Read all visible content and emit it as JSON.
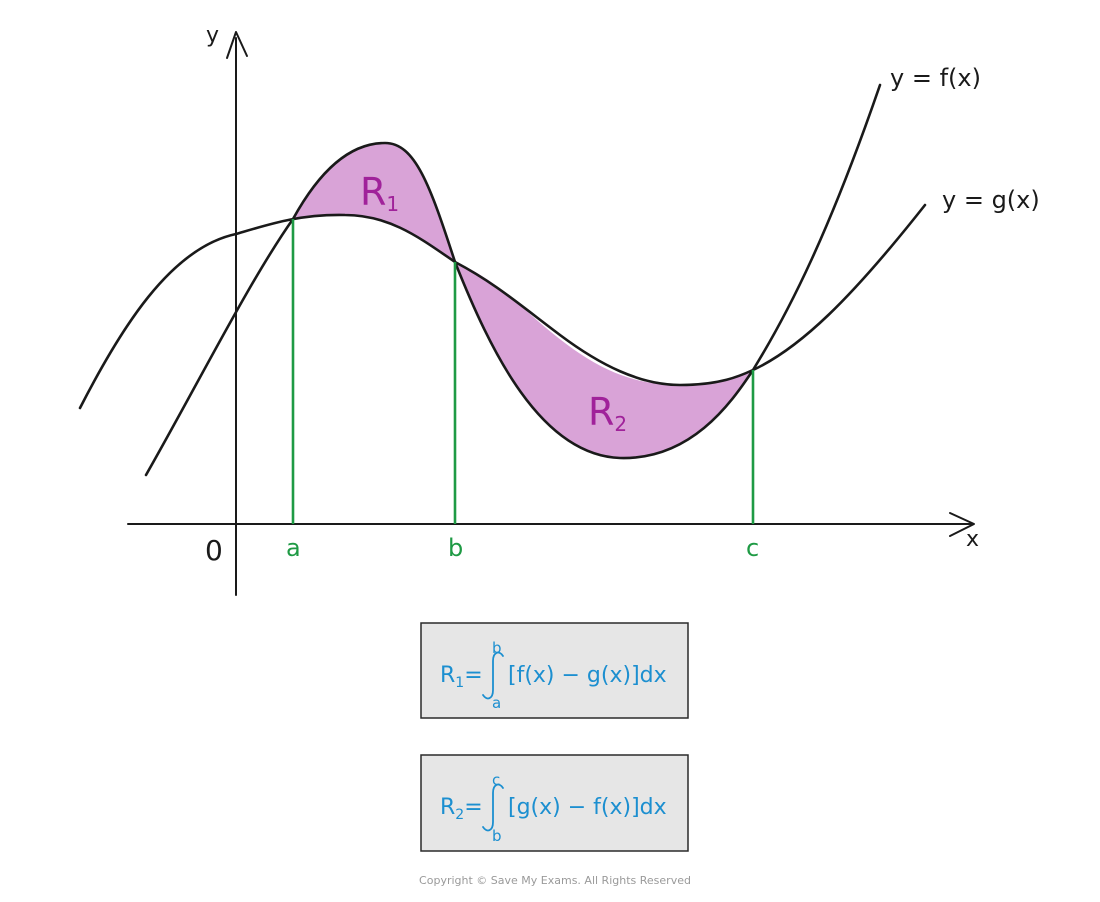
{
  "axes": {
    "y_label": "y",
    "x_label": "x",
    "origin_label": "0"
  },
  "bounds": {
    "a": "a",
    "b": "b",
    "c": "c"
  },
  "curves": {
    "f_label": "y = f(x)",
    "g_label": "y = g(x)"
  },
  "regions": {
    "r1": {
      "letter": "R",
      "sub": "1"
    },
    "r2": {
      "letter": "R",
      "sub": "2"
    }
  },
  "formulas": [
    {
      "lhs_letter": "R",
      "lhs_sub": "1",
      "upper": "b",
      "lower": "a",
      "integrand": "[f(x) − g(x)]dx"
    },
    {
      "lhs_letter": "R",
      "lhs_sub": "2",
      "upper": "c",
      "lower": "b",
      "integrand": "[g(x) − f(x)]dx"
    }
  ],
  "footer": {
    "copyright": "Copyright © Save My Exams. All Rights Reserved"
  },
  "colors": {
    "curve": "#1a1a1a",
    "region_fill": "#d9a3d7",
    "region_label": "#a0229a",
    "bound_line": "#1e9a44",
    "formula_text": "#1c8fd0",
    "formula_box": "#e6e6e6"
  }
}
